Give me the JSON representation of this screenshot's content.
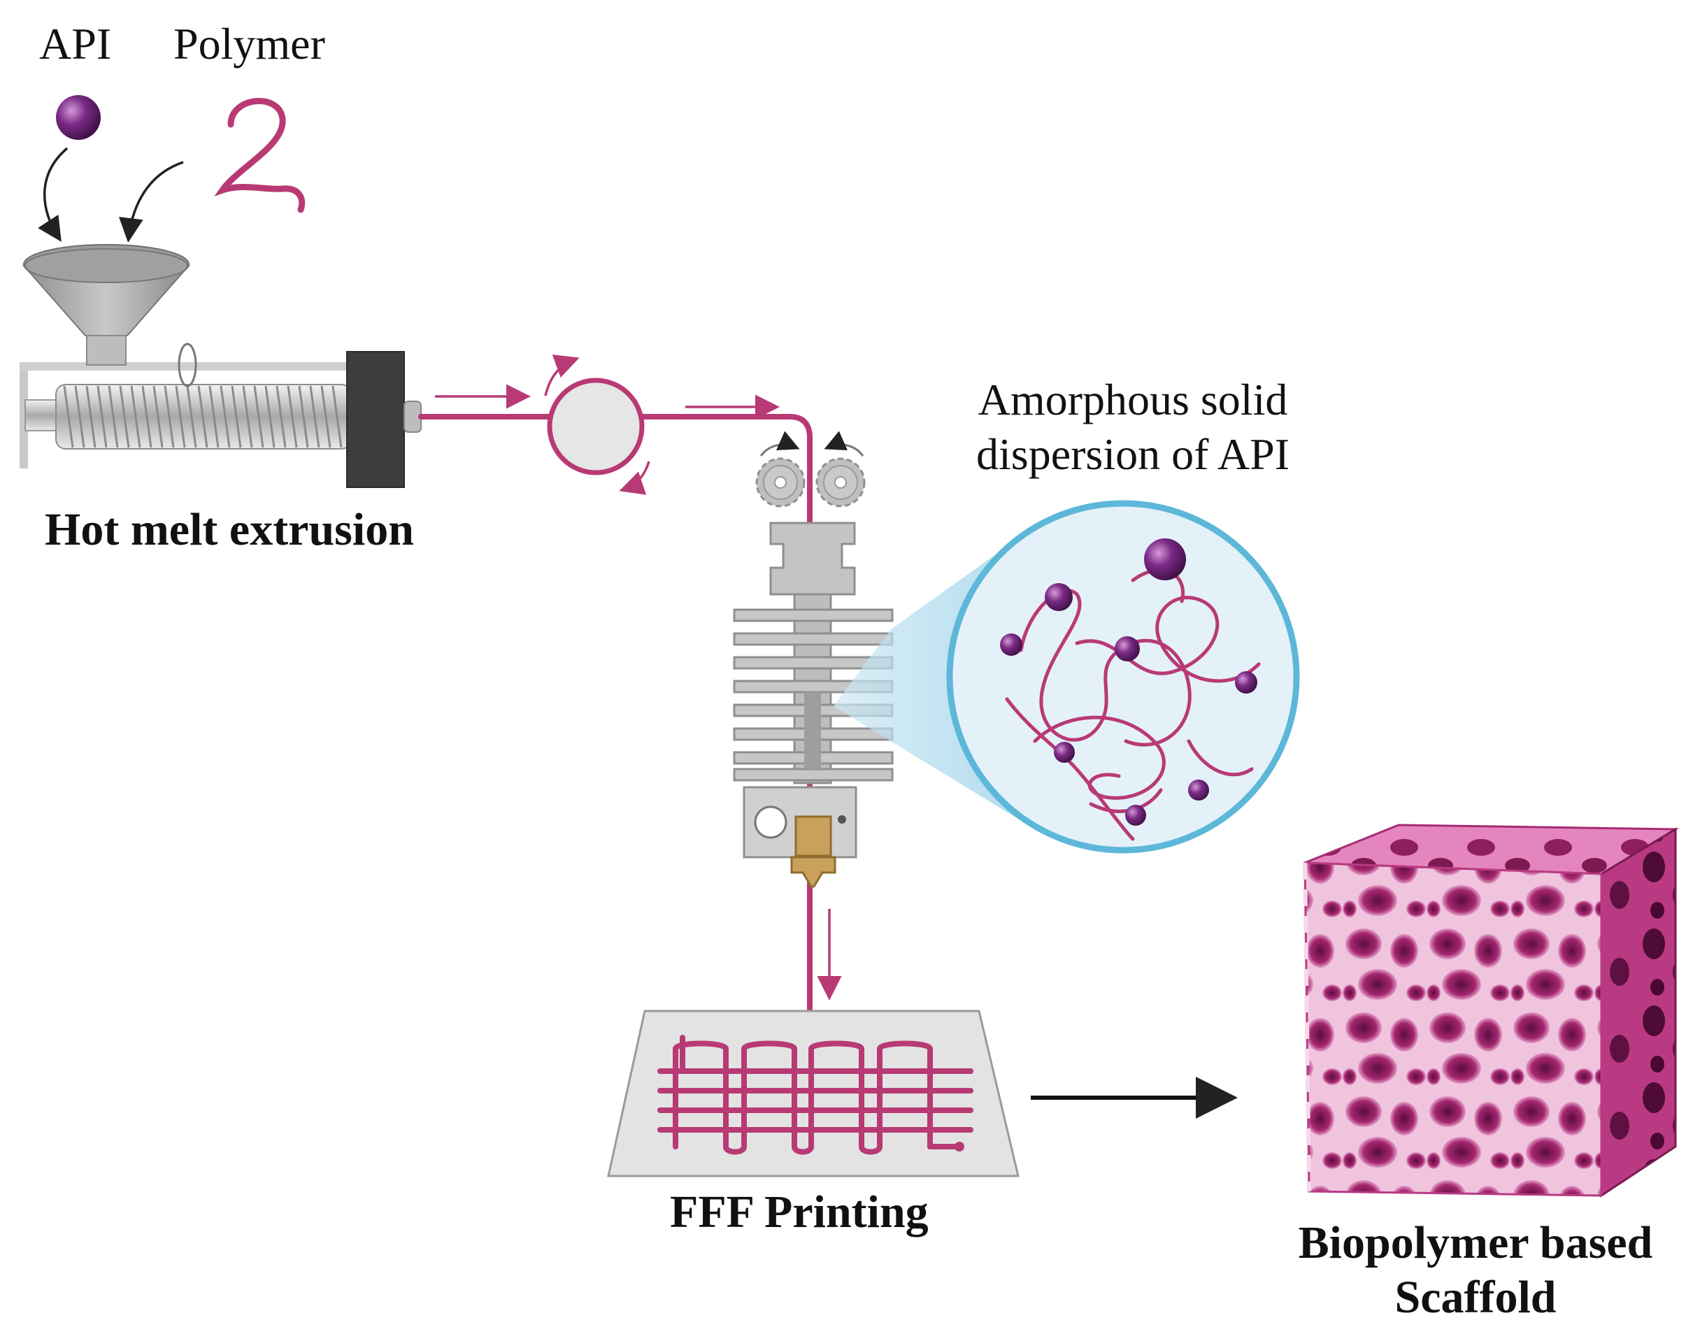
{
  "labels": {
    "api": "API",
    "polymer": "Polymer",
    "hot_melt_extrusion": "Hot melt extrusion",
    "amorphous_line1": "Amorphous solid",
    "amorphous_line2": "dispersion of API",
    "fff_printing": "FFF Printing",
    "scaffold_line1": "Biopolymer based",
    "scaffold_line2": "Scaffold"
  },
  "colors": {
    "polymer_filament": "#b83a74",
    "api_particle": "#7a2a85",
    "hopper_grey": "#a8a8a8",
    "die_dark": "#3d3d3d",
    "roller_fill": "#e6e6e6",
    "heatsink_grey": "#bdbdbd",
    "nozzle_brass": "#c9a15a",
    "zoom_blue": "#5cb7d8",
    "zoom_fill": "#e4f1f8",
    "scaffold_pink": "#d24a98",
    "arrow_black": "#111111"
  },
  "icons": [
    "api-particle-icon",
    "polymer-strand-icon",
    "hopper-icon",
    "screw-icon",
    "gear-icon",
    "nozzle-icon",
    "scaffold-icon"
  ]
}
